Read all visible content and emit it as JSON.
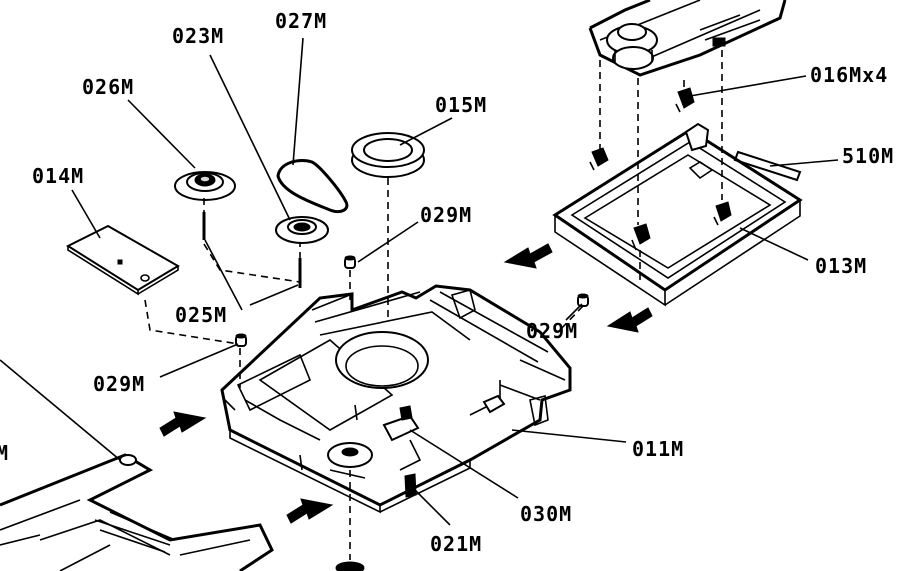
{
  "labels": {
    "p023": "023M",
    "p027": "027M",
    "p026": "026M",
    "p015": "015M",
    "p014": "014M",
    "p029a": "029M",
    "p025": "025M",
    "p029b": "029M",
    "p016": "016Mx4",
    "p510": "510M",
    "p013": "013M",
    "p029c": "029M",
    "p011": "011M",
    "p030": "030M",
    "p021": "021M",
    "pedge": "M"
  }
}
